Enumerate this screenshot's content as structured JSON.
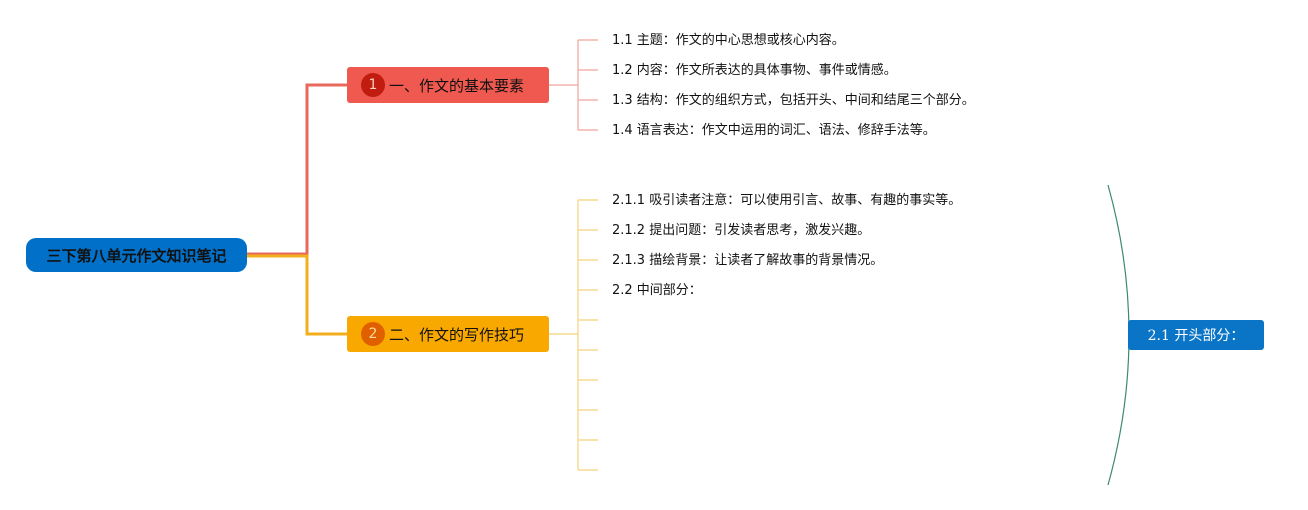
{
  "root": {
    "label": "三下第八单元作文知识笔记"
  },
  "branch1": {
    "number": "1",
    "label": "一、作文的基本要素",
    "color": "#f0594f",
    "items": [
      "1.1 主题：作文的中心思想或核心内容。",
      "1.2 内容：作文所表达的具体事物、事件或情感。",
      "1.3 结构：作文的组织方式，包括开头、中间和结尾三个部分。",
      "1.4 语言表达：作文中运用的词汇、语法、修辞手法等。"
    ]
  },
  "branch2": {
    "number": "2",
    "label": "二、作文的写作技巧",
    "color": "#f9a800",
    "items": [
      "2.1.1 吸引读者注意：可以使用引言、故事、有趣的事实等。",
      "2.1.2 提出问题：引发读者思考，激发兴趣。",
      "2.1.3 描绘背景：让读者了解故事的背景情况。",
      "2.2 中间部分："
    ]
  },
  "summary": {
    "label": "2.1 开头部分：",
    "color": "#0a74c6"
  }
}
